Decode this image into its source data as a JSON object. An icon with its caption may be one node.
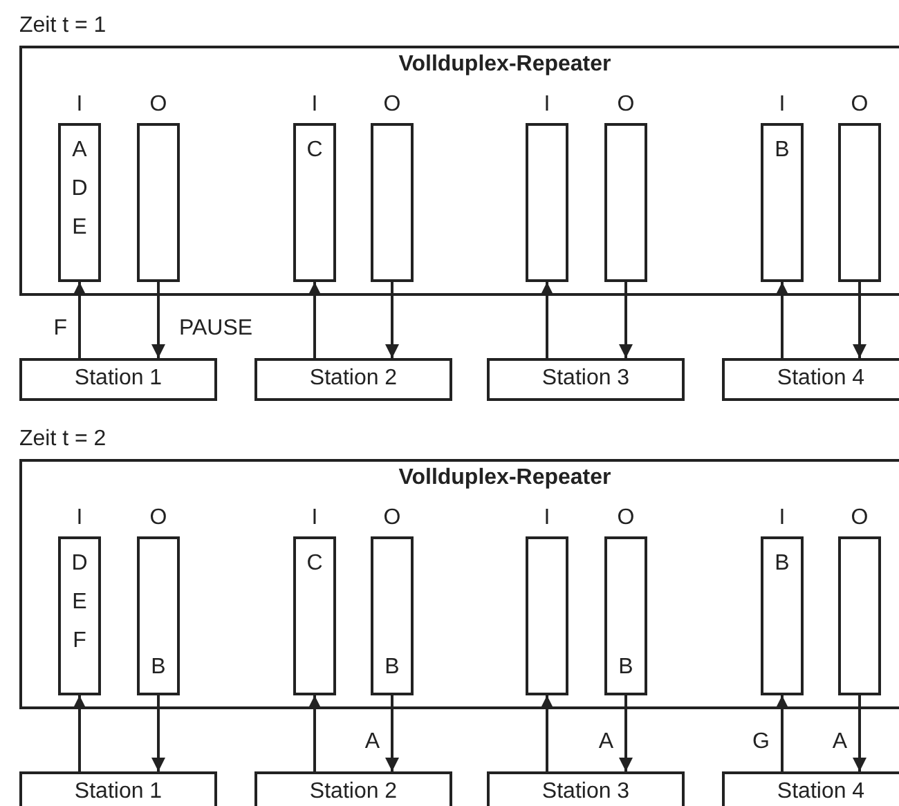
{
  "diagram": {
    "nodes": [
      {
        "text": [
          "Vollduplex-Repeater"
        ]
      },
      {
        "text": [
          "I",
          "A D E"
        ],
        "in": 0
      },
      {
        "text": [
          "O"
        ],
        "in": 0
      },
      {
        "text": [
          "I",
          "C"
        ],
        "in": 0
      },
      {
        "text": [
          "O"
        ],
        "in": 0
      },
      {
        "text": [
          "I"
        ],
        "in": 0
      },
      {
        "text": [
          "O"
        ],
        "in": 0
      },
      {
        "text": [
          "I",
          "B"
        ],
        "in": 0
      },
      {
        "text": [
          "O"
        ],
        "in": 0
      },
      {
        "text": [
          "Station 1"
        ]
      },
      {
        "text": [
          "Station 2"
        ]
      },
      {
        "text": [
          "Station 3"
        ]
      },
      {
        "text": [
          "Station 4"
        ]
      },
      {
        "text": [
          "Vollduplex-Repeater"
        ]
      },
      {
        "text": [
          "I",
          "D E F"
        ],
        "in": 13
      },
      {
        "text": [
          "O",
          "B"
        ],
        "in": 13
      },
      {
        "text": [
          "I",
          "C"
        ],
        "in": 13
      },
      {
        "text": [
          "O",
          "B"
        ],
        "in": 13
      },
      {
        "text": [
          "I"
        ],
        "in": 13
      },
      {
        "text": [
          "O",
          "B"
        ],
        "in": 13
      },
      {
        "text": [
          "I",
          "B"
        ],
        "in": 13
      },
      {
        "text": [
          "O"
        ],
        "in": 13
      },
      {
        "text": [
          "Station 1"
        ]
      },
      {
        "text": [
          "Station 2"
        ]
      },
      {
        "text": [
          "Station 3"
        ]
      },
      {
        "text": [
          "Station 4"
        ]
      }
    ],
    "edges": [
      {
        "from": 9,
        "to": 1,
        "arrow": "to",
        "label": "F"
      },
      {
        "from": 2,
        "to": 9,
        "arrow": "to",
        "label": "PAUSE"
      },
      {
        "from": 10,
        "to": 3,
        "arrow": "to"
      },
      {
        "from": 4,
        "to": 10,
        "arrow": "to"
      },
      {
        "from": 11,
        "to": 5,
        "arrow": "to"
      },
      {
        "from": 6,
        "to": 11,
        "arrow": "to"
      },
      {
        "from": 12,
        "to": 7,
        "arrow": "to"
      },
      {
        "from": 8,
        "to": 12,
        "arrow": "to"
      },
      {
        "from": 22,
        "to": 14,
        "arrow": "to"
      },
      {
        "from": 15,
        "to": 22,
        "arrow": "to"
      },
      {
        "from": 23,
        "to": 16,
        "arrow": "to"
      },
      {
        "from": 17,
        "to": 23,
        "arrow": "to",
        "label": "A"
      },
      {
        "from": 24,
        "to": 18,
        "arrow": "to"
      },
      {
        "from": 19,
        "to": 24,
        "arrow": "to",
        "label": "A"
      },
      {
        "from": 25,
        "to": 20,
        "arrow": "to",
        "label": "G"
      },
      {
        "from": 21,
        "to": 25,
        "arrow": "to",
        "label": "A"
      }
    ],
    "labels": [
      "Zeit t = 1",
      "Zeit t = 2"
    ]
  }
}
